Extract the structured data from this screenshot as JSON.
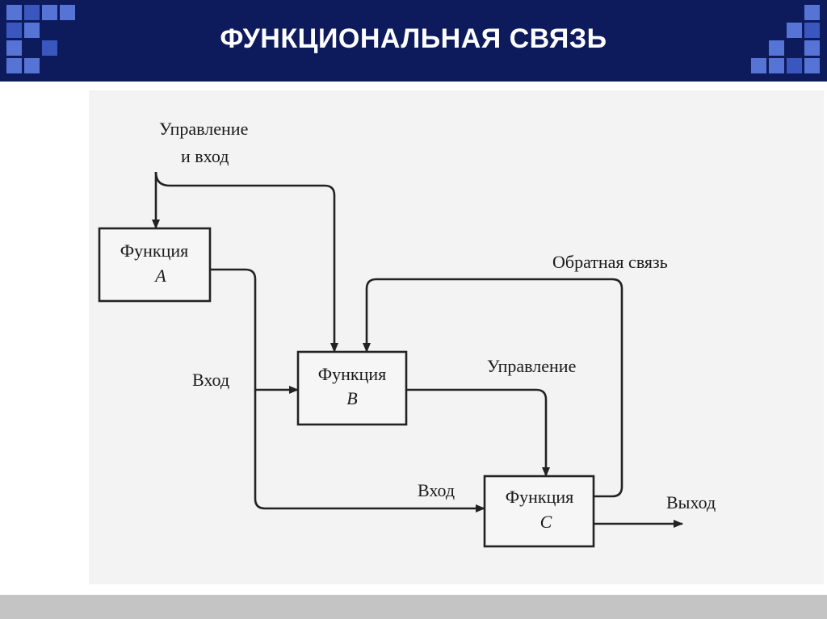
{
  "header": {
    "title": "ФУНКЦИОНАЛЬНАЯ СВЯЗЬ",
    "background_color": "#0d1a5c",
    "accent_color": "#5574d6"
  },
  "diagram": {
    "boxes": [
      {
        "label": "Функция",
        "var": "A"
      },
      {
        "label": "Функция",
        "var": "B"
      },
      {
        "label": "Функция",
        "var": "C"
      }
    ],
    "labels": {
      "control_input_line1": "Управление",
      "control_input_line2": "и вход",
      "feedback": "Обратная связь",
      "input_b": "Вход",
      "control_c": "Управление",
      "input_c": "Вход",
      "output": "Выход"
    }
  }
}
